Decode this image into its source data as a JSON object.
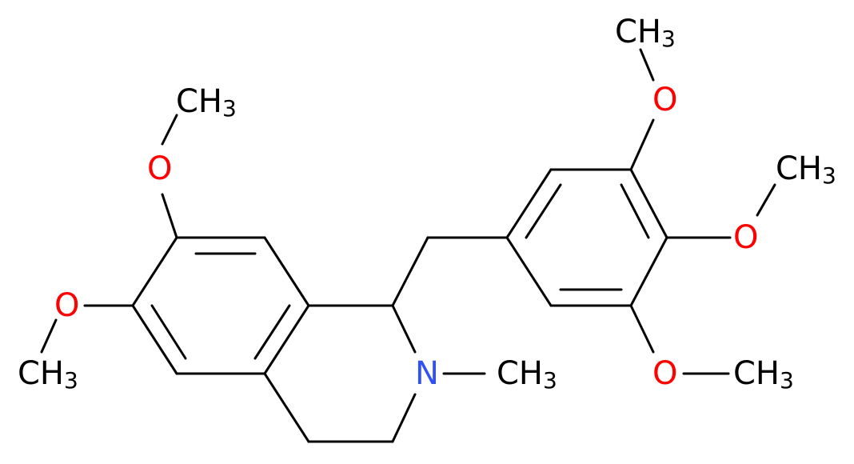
{
  "molecule": {
    "labels": {
      "o_top_left": "O",
      "ch3_top_left": "CH3",
      "o_mid_left": "O",
      "ch3_mid_left": "CH3",
      "n": "N",
      "n_methyl": "CH3",
      "o_top_right": "O",
      "ch3_top_right": "CH3",
      "o_right": "O",
      "ch3_right": "CH3",
      "o_bottom_right": "O",
      "ch3_bottom_right": "CH3"
    },
    "colors": {
      "bond": "#000000",
      "oxygen": "#ff0000",
      "nitrogen": "#3050f8",
      "carbon_label": "#000000"
    }
  }
}
